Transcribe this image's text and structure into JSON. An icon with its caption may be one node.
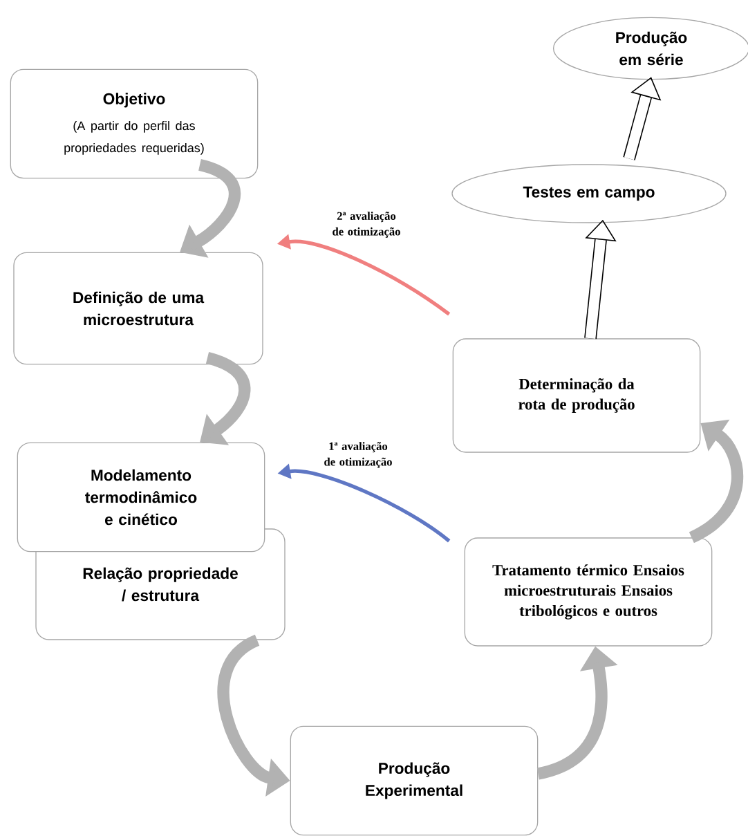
{
  "diagram": {
    "nodes": [
      {
        "text": [
          "Objetivo",
          "(A partir do perfil das propriedades requeridas)"
        ]
      },
      {
        "text": [
          "Definição de uma microestrutura"
        ]
      },
      {
        "text": [
          "Modelamento termodinâmico e cinético"
        ]
      },
      {
        "text": [
          "Relação propriedade / estrutura"
        ]
      },
      {
        "text": [
          "Produção Experimental"
        ]
      },
      {
        "text": [
          "Tratamento térmico Ensaios microestruturais Ensaios tribológicos e outros"
        ]
      },
      {
        "text": [
          "Determinação da rota de produção"
        ]
      },
      {
        "text": [
          "Testes em campo"
        ]
      },
      {
        "text": [
          "Produção em série"
        ]
      }
    ],
    "edges": [
      {
        "from": 0,
        "to": 1,
        "arrow": "to"
      },
      {
        "from": 1,
        "to": 2,
        "arrow": "to"
      },
      {
        "from": 3,
        "to": 4,
        "arrow": "to"
      },
      {
        "from": 4,
        "to": 5,
        "arrow": "to"
      },
      {
        "from": 5,
        "to": 6,
        "arrow": "to"
      },
      {
        "from": 6,
        "to": 7,
        "arrow": "to",
        "color": "#000000"
      },
      {
        "from": 7,
        "to": 8,
        "arrow": "to",
        "color": "#000000"
      },
      {
        "from": 6,
        "to": 1,
        "arrow": "to",
        "label": "2ª avaliação de otimização",
        "color": "#f07f7f"
      },
      {
        "from": 5,
        "to": 2,
        "arrow": "to",
        "label": "1ª avaliação de otimização",
        "color": "#5f77c4"
      }
    ]
  }
}
